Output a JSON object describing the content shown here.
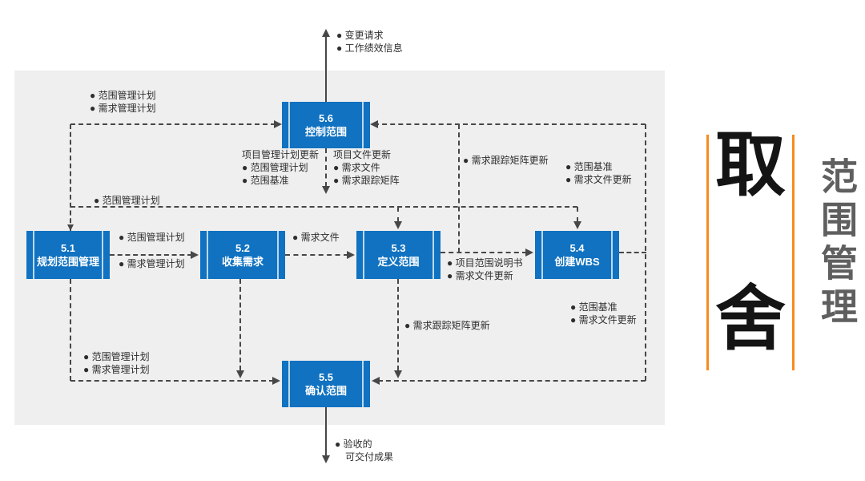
{
  "page": {
    "colors": {
      "accent-blue": "#1072c0",
      "panel-bg": "#efefef",
      "line-color": "#474747",
      "accent-orange": "#f78b1f",
      "title-gray": "#5f5f5f",
      "big-black": "#141414",
      "label-color": "#2e2e2e"
    }
  },
  "processes": [
    {
      "code": "5.6",
      "name": "控制范围"
    },
    {
      "code": "5.1",
      "name": "规划范围管理"
    },
    {
      "code": "5.2",
      "name": "收集需求"
    },
    {
      "code": "5.3",
      "name": "定义范围"
    },
    {
      "code": "5.4",
      "name": "创建WBS"
    },
    {
      "code": "5.5",
      "name": "确认范围"
    }
  ],
  "annotations": {
    "top_output": [
      "● 变更请求",
      "● 工作绩效信息"
    ],
    "inputs_to_56": [
      "● 范围管理计划",
      "● 需求管理计划"
    ],
    "pm_plan_updates": [
      "项目管理计划更新",
      "● 范围管理计划",
      "● 范围基准"
    ],
    "doc_updates": [
      "项目文件更新",
      "● 需求文件",
      "● 需求跟踪矩阵"
    ],
    "rtm_update_top": "● 需求跟踪矩阵更新",
    "baseline_top": [
      "● 范围基准",
      "● 需求文件更新"
    ],
    "scope_plan_line": "● 范围管理计划",
    "s1_to_s2_above": "● 范围管理计划",
    "s1_to_s2_below": "● 需求管理计划",
    "s2_to_s3": "● 需求文件",
    "s3_outputs": [
      "● 项目范围说明书",
      "● 需求文件更新"
    ],
    "rtm_update_bottom": "● 需求跟踪矩阵更新",
    "baseline_bottom": [
      "● 范围基准",
      "● 需求文件更新"
    ],
    "inputs_to_55": [
      "● 范围管理计划",
      "● 需求管理计划"
    ],
    "bottom_output": [
      "● 验收的",
      "可交付成果"
    ]
  },
  "sidebar": {
    "big_chars": [
      "取",
      "舍"
    ],
    "vertical_title": "范围管理"
  }
}
